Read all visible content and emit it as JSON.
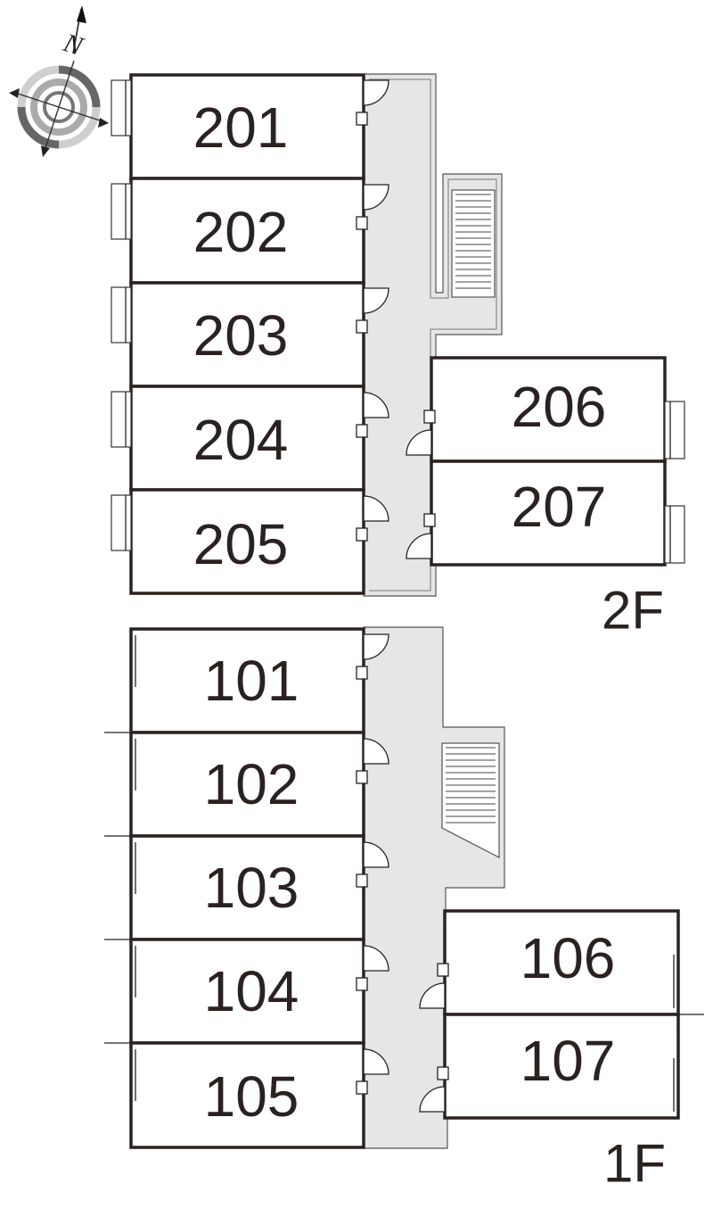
{
  "compass": {
    "north_letter": "N",
    "icon": "compass-rose-icon"
  },
  "floors": [
    {
      "key": "2f",
      "label": "2F",
      "rooms": [
        "201",
        "202",
        "203",
        "204",
        "205",
        "206",
        "207"
      ]
    },
    {
      "key": "1f",
      "label": "1F",
      "rooms": [
        "101",
        "102",
        "103",
        "104",
        "105",
        "106",
        "107"
      ]
    }
  ],
  "colors": {
    "wall": "#2a2220",
    "corridor": "#e6e6e6"
  }
}
